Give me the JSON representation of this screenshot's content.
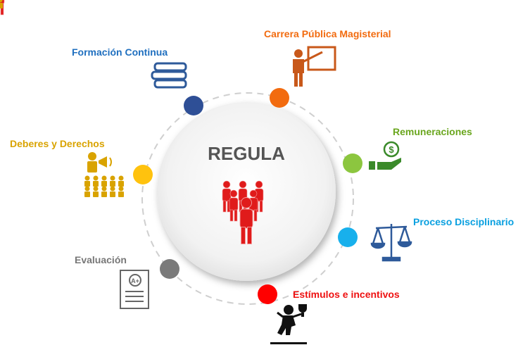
{
  "center": {
    "title": "REGULA",
    "icon": "people-group-icon"
  },
  "items": [
    {
      "label": "Formación Continua",
      "color": "#1f6fbf",
      "dot": "#2e4f96",
      "icon": "books-icon"
    },
    {
      "label": "Carrera Pública Magisterial",
      "color": "#f26b0f",
      "dot": "#f26b0f",
      "icon": "teacher-board-icon"
    },
    {
      "label": "Remuneraciones",
      "color": "#6aa61e",
      "dot": "#8cc63f",
      "icon": "money-hand-icon"
    },
    {
      "label": "Proceso Disciplinario",
      "color": "#0aa0e0",
      "dot": "#18b0ec",
      "icon": "scales-icon"
    },
    {
      "label": "Estímulos e incentivos",
      "color": "#ee1111",
      "dot": "#ff0000",
      "icon": "trophy-person-icon"
    },
    {
      "label": "Evaluación",
      "color": "#777777",
      "dot": "#7a7a7a",
      "icon": "graded-exam-icon",
      "grade": "A+"
    },
    {
      "label": "Deberes y Derechos",
      "color": "#d9a300",
      "dot": "#ffc20e",
      "icon": "speaker-audience-icon"
    }
  ]
}
